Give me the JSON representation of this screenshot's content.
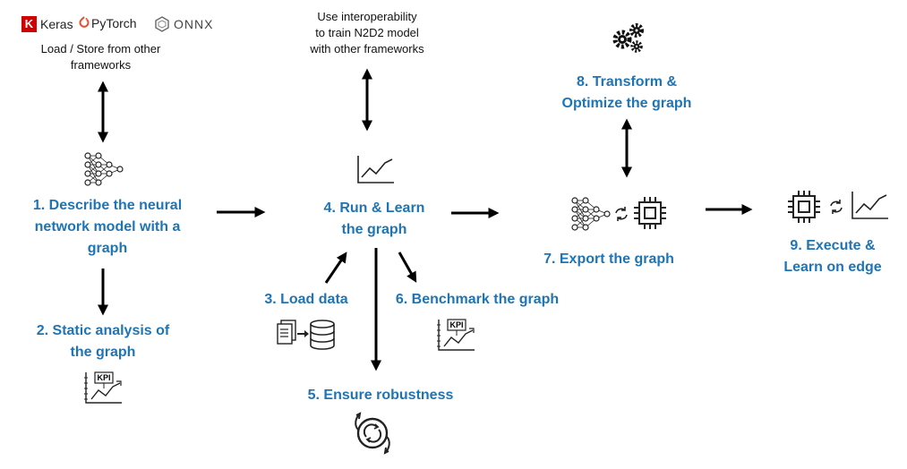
{
  "brands": {
    "keras_mark": "K",
    "keras": "Keras",
    "pytorch": "PyTorch",
    "onnx": "ONNX"
  },
  "notes": {
    "frameworks": "Load / Store from other\nframeworks",
    "interop": "Use interoperability\nto train N2D2 model\nwith other frameworks"
  },
  "steps": {
    "s1": "1. Describe the neural\nnetwork model with a\ngraph",
    "s2": "2. Static analysis of\nthe graph",
    "s3": "3. Load data",
    "s4": "4. Run & Learn\nthe graph",
    "s5": "5. Ensure robustness",
    "s6": "6. Benchmark the graph",
    "s7": "7. Export the graph",
    "s8": "8. Transform &\nOptimize the graph",
    "s9": "9. Execute &\nLearn on edge"
  },
  "kpi_label": "KPI",
  "colors": {
    "accent": "#1f74b4",
    "keras": "#d00000",
    "pytorch": "#ee4c2c"
  }
}
